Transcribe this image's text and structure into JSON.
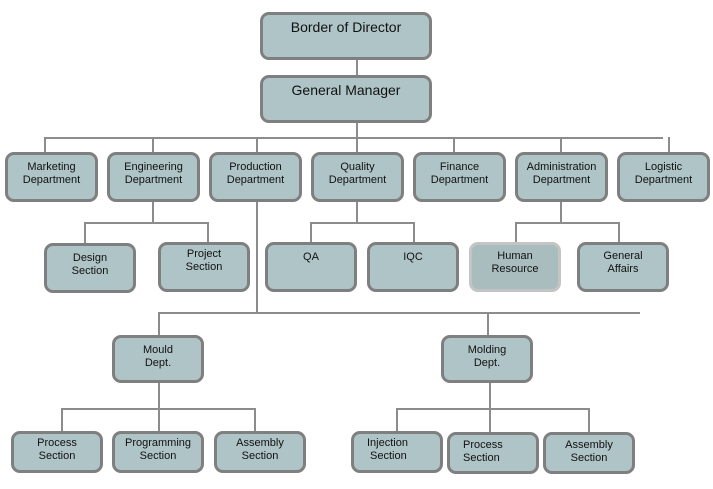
{
  "diagram": {
    "type": "org-chart",
    "colors": {
      "box_fill": "#afc4c6",
      "box_border": "#7f7f7f",
      "connector": "#8c8c8c",
      "highlight_fill": "#a9bdbf",
      "highlight_border": "#c4c4c4"
    },
    "nodes": {
      "board": {
        "lines": [
          "Border of Director"
        ]
      },
      "gm": {
        "lines": [
          "General Manager"
        ]
      },
      "marketing": {
        "lines": [
          "Marketing",
          "Department"
        ]
      },
      "engineering": {
        "lines": [
          "Engineering",
          "Department"
        ]
      },
      "production": {
        "lines": [
          "Production",
          "Department"
        ]
      },
      "quality": {
        "lines": [
          "Quality",
          "Department"
        ]
      },
      "finance": {
        "lines": [
          "Finance",
          "Department"
        ]
      },
      "administration": {
        "lines": [
          "Administration",
          "Department"
        ]
      },
      "logistic": {
        "lines": [
          "Logistic",
          "Department"
        ]
      },
      "design": {
        "lines": [
          "Design",
          "Section"
        ]
      },
      "project": {
        "lines": [
          "Project",
          "Section"
        ]
      },
      "qa": {
        "lines": [
          "QA"
        ]
      },
      "iqc": {
        "lines": [
          "IQC"
        ]
      },
      "hr": {
        "lines": [
          "Human",
          "Resource"
        ]
      },
      "general_affairs": {
        "lines": [
          "General",
          "Affairs"
        ]
      },
      "mould": {
        "lines": [
          "Mould",
          "Dept."
        ]
      },
      "molding": {
        "lines": [
          "Molding",
          "Dept."
        ]
      },
      "mould_process": {
        "lines": [
          "Process",
          "Section"
        ]
      },
      "programming": {
        "lines": [
          "Programming",
          "Section"
        ]
      },
      "mould_assembly": {
        "lines": [
          "Assembly",
          "Section"
        ]
      },
      "injection": {
        "lines": [
          "Injection",
          "Section"
        ]
      },
      "molding_process": {
        "lines": [
          "Process",
          "Section"
        ]
      },
      "molding_assembly": {
        "lines": [
          "Assembly",
          "Section"
        ]
      }
    },
    "edges": [
      [
        "board",
        "gm"
      ],
      [
        "gm",
        "marketing"
      ],
      [
        "gm",
        "engineering"
      ],
      [
        "gm",
        "production"
      ],
      [
        "gm",
        "quality"
      ],
      [
        "gm",
        "finance"
      ],
      [
        "gm",
        "administration"
      ],
      [
        "gm",
        "logistic"
      ],
      [
        "engineering",
        "design"
      ],
      [
        "engineering",
        "project"
      ],
      [
        "quality",
        "qa"
      ],
      [
        "quality",
        "iqc"
      ],
      [
        "administration",
        "hr"
      ],
      [
        "administration",
        "general_affairs"
      ],
      [
        "production",
        "mould"
      ],
      [
        "production",
        "molding"
      ],
      [
        "mould",
        "mould_process"
      ],
      [
        "mould",
        "programming"
      ],
      [
        "mould",
        "mould_assembly"
      ],
      [
        "molding",
        "injection"
      ],
      [
        "molding",
        "molding_process"
      ],
      [
        "molding",
        "molding_assembly"
      ]
    ]
  }
}
